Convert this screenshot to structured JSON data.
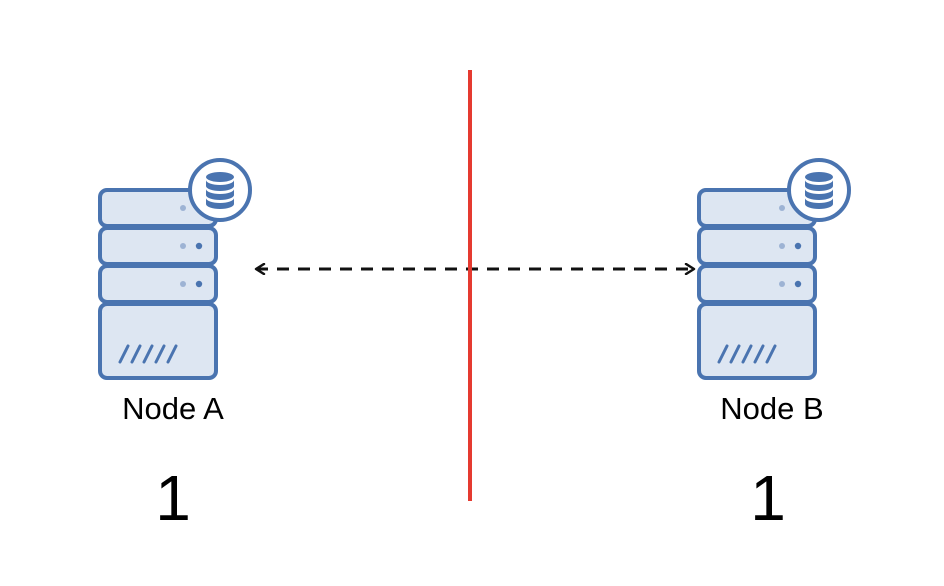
{
  "nodes": [
    {
      "label": "Node A",
      "count": "1",
      "icon": "server-database-icon"
    },
    {
      "label": "Node B",
      "count": "1",
      "icon": "server-database-icon"
    }
  ],
  "connection": {
    "style": "dashed",
    "direction": "bidirectional"
  },
  "partition": {
    "style": "vertical-line"
  },
  "colors": {
    "server_fill": "#dde6f2",
    "server_stroke": "#4a74b0",
    "partition": "#e53a30",
    "connector": "#111111"
  }
}
